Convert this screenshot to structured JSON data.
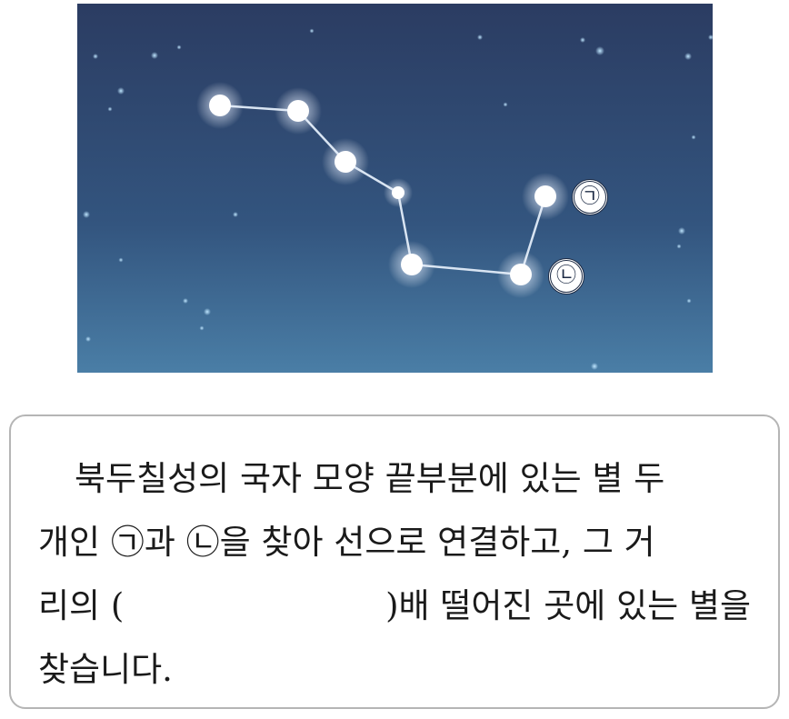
{
  "diagram": {
    "stars": [
      {
        "id": "s1"
      },
      {
        "id": "s2"
      },
      {
        "id": "s3"
      },
      {
        "id": "s4"
      },
      {
        "id": "s5"
      },
      {
        "id": "s6"
      },
      {
        "id": "s7"
      }
    ],
    "labels": {
      "star_a": "㉠",
      "star_b": "㉡"
    }
  },
  "instruction": {
    "line1": "북두칠성의 국자 모양 끝부분에 있는 별 두",
    "line2": "개인 ㉠과 ㉡을 찾아 선으로 연결하고, 그 거",
    "line3_before": "리의 (",
    "line3_after": ")배 떨어진 곳에 있는 별을",
    "line4": "찾습니다."
  },
  "colors": {
    "sky_top": "#2a3f66",
    "sky_bottom": "#3f6d96",
    "star": "#ffffff",
    "line": "#d8e4f2"
  }
}
